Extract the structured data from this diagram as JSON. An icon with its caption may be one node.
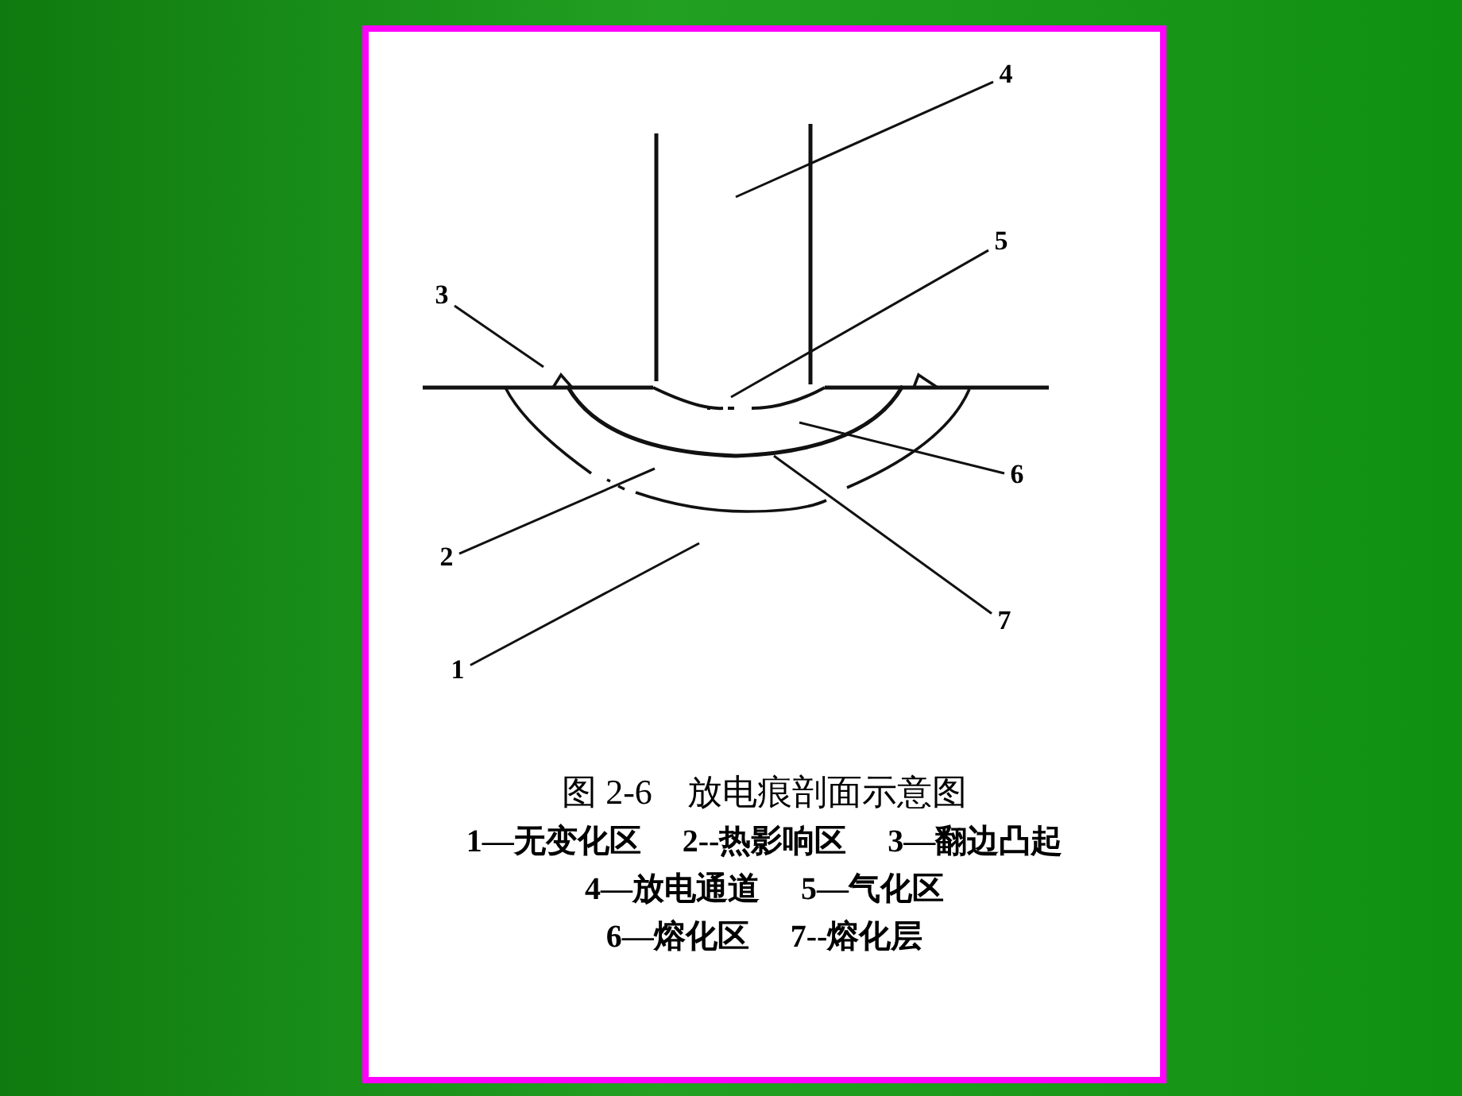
{
  "diagram": {
    "caption": "图 2-6　放电痕剖面示意图",
    "nodes": [
      {
        "text": [
          "4"
        ]
      },
      {
        "text": [
          "5"
        ]
      },
      {
        "text": [
          "3"
        ]
      },
      {
        "text": [
          "6"
        ]
      },
      {
        "text": [
          "2"
        ]
      },
      {
        "text": [
          "7"
        ]
      },
      {
        "text": [
          "1"
        ]
      }
    ],
    "edges": [
      {
        "from": 0,
        "to": null,
        "arrow": "none"
      },
      {
        "from": 1,
        "to": null,
        "arrow": "none"
      },
      {
        "from": 2,
        "to": null,
        "arrow": "none"
      },
      {
        "from": 3,
        "to": null,
        "arrow": "none"
      },
      {
        "from": 4,
        "to": null,
        "arrow": "none"
      },
      {
        "from": 5,
        "to": null,
        "arrow": "none"
      },
      {
        "from": 6,
        "to": null,
        "arrow": "none"
      }
    ],
    "labels": [
      "1—无变化区",
      "2--热影响区",
      "3—翻边凸起",
      "4—放电通道",
      "5—气化区",
      "6—熔化区",
      "7--熔化层"
    ]
  }
}
